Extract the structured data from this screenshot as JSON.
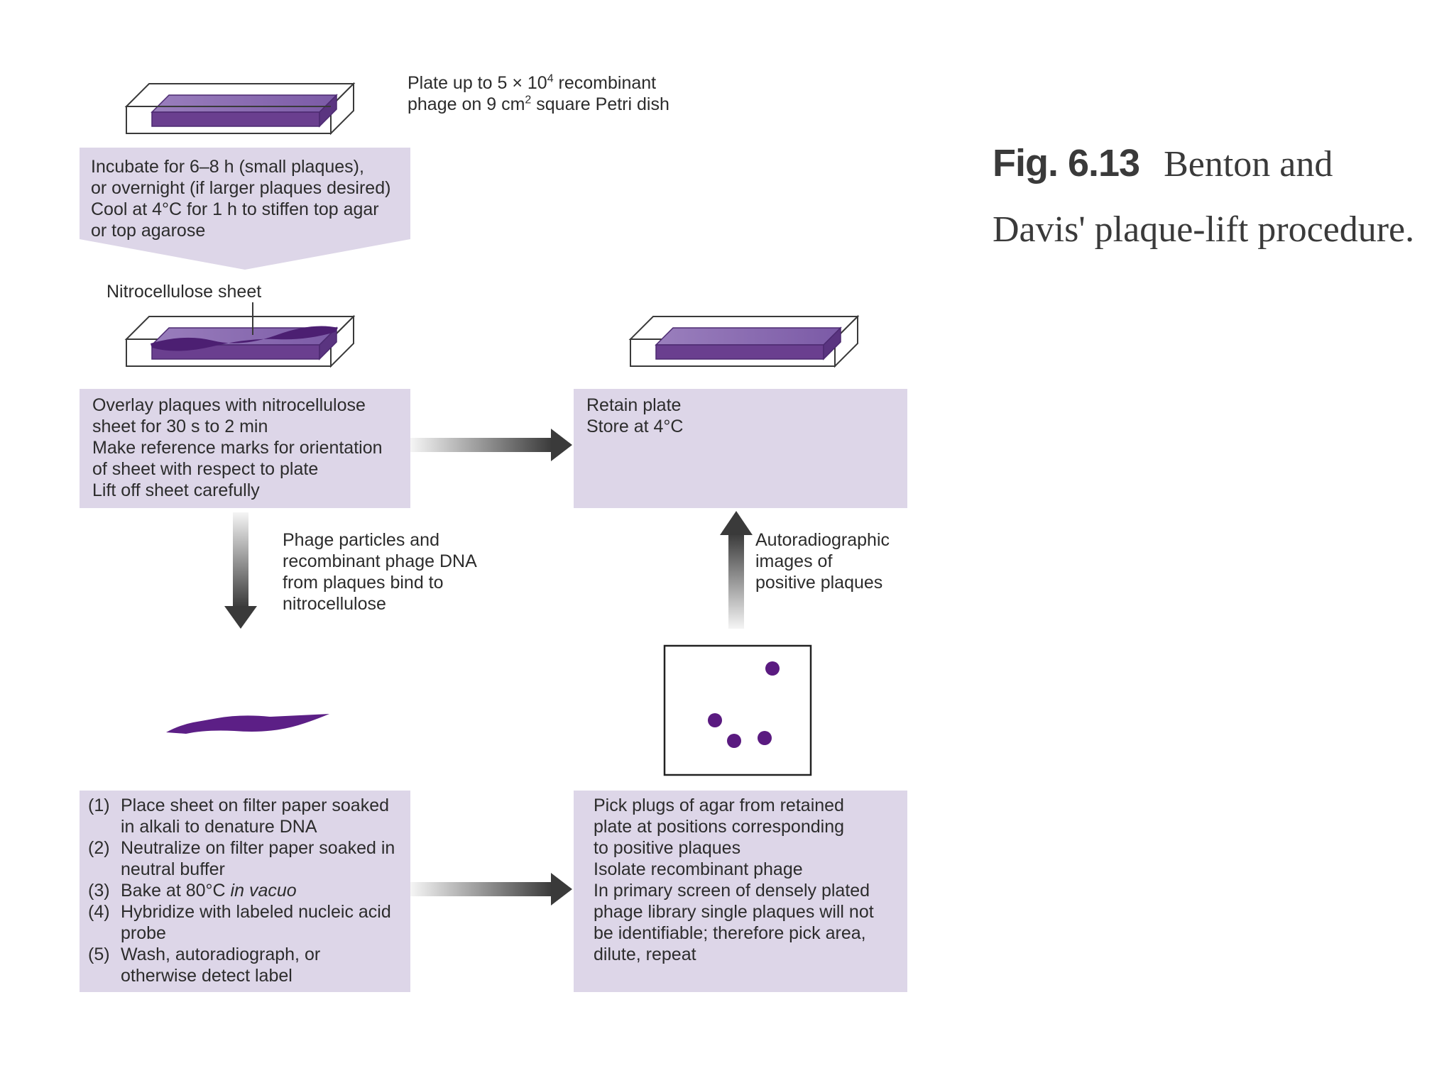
{
  "caption": {
    "fig_number": "Fig. 6.13",
    "text": "Benton and Davis' plaque-lift procedure."
  },
  "plate_label": {
    "line1_pre": "Plate up to 5 × 10",
    "line1_sup": "4",
    "line1_post": " recombinant",
    "line2_pre": "phage on 9 cm",
    "line2_sup": "2",
    "line2_post": " square Petri dish"
  },
  "incubate_box": {
    "lines": [
      "Incubate for 6–8 h (small plaques),",
      "or overnight (if larger plaques desired)",
      "Cool at 4°C for 1 h to stiffen top agar",
      "or top agarose"
    ]
  },
  "nitrocellulose_label": "Nitrocellulose sheet",
  "overlay_box": {
    "lines": [
      "Overlay plaques with nitrocellulose",
      "sheet for 30 s to 2 min",
      "Make reference marks for orientation",
      "of sheet with respect to plate",
      "Lift off sheet carefully"
    ]
  },
  "retain_box": {
    "lines": [
      "Retain plate",
      "Store at 4°C"
    ]
  },
  "bind_label": {
    "lines": [
      "Phage particles and",
      "recombinant phage DNA",
      "from plaques bind to",
      "nitrocellulose"
    ]
  },
  "autorad_label": {
    "lines": [
      "Autoradiographic",
      "images of",
      "positive plaques"
    ]
  },
  "steps_box": {
    "steps": [
      {
        "num": "(1)",
        "text": "Place sheet on filter paper soaked in alkali to denature DNA"
      },
      {
        "num": "(2)",
        "text": "Neutralize on filter paper soaked in neutral buffer"
      },
      {
        "num": "(3)",
        "text": "Bake at 80°C",
        "italic": "in vacuo"
      },
      {
        "num": "(4)",
        "text": "Hybridize with labeled nucleic acid probe"
      },
      {
        "num": "(5)",
        "text": "Wash, autoradiograph, or otherwise detect label"
      }
    ]
  },
  "pick_box": {
    "lines": [
      "Pick plugs of agar from retained",
      "plate at positions corresponding",
      "to positive plaques",
      "Isolate recombinant phage",
      "In primary screen of densely plated",
      "phage library single plaques will not",
      "be identifiable; therefore pick area,",
      "dilute, repeat"
    ]
  },
  "colors": {
    "box_fill": "#ddd6e8",
    "agar_purple": "#6a3f8f",
    "plaque_dot": "#5a1a80",
    "arrow_dark": "#3a3a3a"
  },
  "positive_plaques_count": 4
}
